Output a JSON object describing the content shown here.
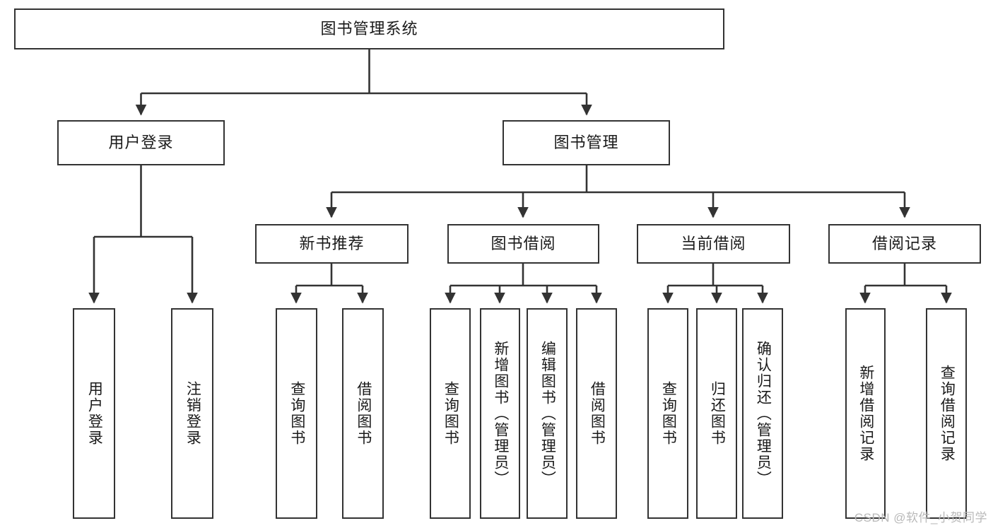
{
  "diagram": {
    "type": "tree",
    "title": "图书管理系统",
    "root": {
      "label": "图书管理系统",
      "children": [
        {
          "label": "用户登录",
          "children": [
            {
              "label": "用户登录"
            },
            {
              "label": "注销登录"
            }
          ]
        },
        {
          "label": "图书管理",
          "children": [
            {
              "label": "新书推荐",
              "children": [
                {
                  "label": "查询图书"
                },
                {
                  "label": "借阅图书"
                }
              ]
            },
            {
              "label": "图书借阅",
              "children": [
                {
                  "label": "查询图书"
                },
                {
                  "label": "新增图书（管理员）"
                },
                {
                  "label": "编辑图书（管理员）"
                },
                {
                  "label": "借阅图书"
                }
              ]
            },
            {
              "label": "当前借阅",
              "children": [
                {
                  "label": "查询图书"
                },
                {
                  "label": "归还图书"
                },
                {
                  "label": "确认归还（管理员）"
                }
              ]
            },
            {
              "label": "借阅记录",
              "children": [
                {
                  "label": "新增借阅记录"
                },
                {
                  "label": "查询借阅记录"
                }
              ]
            }
          ]
        }
      ]
    }
  },
  "nodes": {
    "root": "图书管理系统",
    "l1_user_login": "用户登录",
    "l1_book_mgmt": "图书管理",
    "l2_new_book_rec": "新书推荐",
    "l2_book_borrow": "图书借阅",
    "l2_current_borrow": "当前借阅",
    "l2_borrow_record": "借阅记录",
    "leaf_user_login": "用户登录",
    "leaf_logout": "注销登录",
    "leaf_query_book_a": "查询图书",
    "leaf_borrow_book_a": "借阅图书",
    "leaf_query_book_b": "查询图书",
    "leaf_add_book_admin": "新增图书（管理员）",
    "leaf_edit_book_admin": "编辑图书（管理员）",
    "leaf_borrow_book_b": "借阅图书",
    "leaf_query_book_c": "查询图书",
    "leaf_return_book": "归还图书",
    "leaf_confirm_return_admin": "确认归还（管理员）",
    "leaf_add_record": "新增借阅记录",
    "leaf_query_record": "查询借阅记录"
  },
  "watermark": {
    "text": "CSDN @软件_小贺同学"
  },
  "colors": {
    "stroke": "#333333",
    "fill": "#ffffff",
    "text": "#1a1a1a",
    "watermark": "#b9b9b9"
  }
}
